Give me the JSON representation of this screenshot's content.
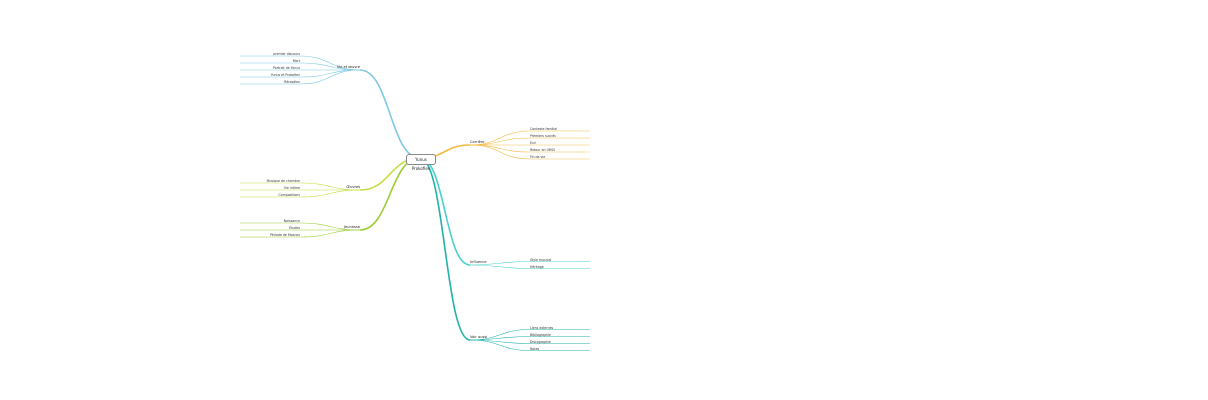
{
  "root": "Yunus Prokofiev",
  "branches": [
    {
      "label": "Vie et œuvre",
      "color": "#7ec8e3",
      "children": [
        "premier discours",
        "Mort",
        "Portrait de Yunus",
        "Yunus et Prokofiev",
        "Réception"
      ]
    },
    {
      "label": "Œuvres",
      "color": "#c5dd3c",
      "children": [
        "Musique de chambre",
        "Vie intime",
        "Compositions"
      ]
    },
    {
      "label": "Jeunesse",
      "color": "#9acd32",
      "children": [
        "Naissance",
        "Études",
        "Période de Moscou"
      ]
    },
    {
      "label": "Carrière",
      "color": "#f4b942",
      "children": [
        "Contexte familial",
        "Premiers succès",
        "Exil",
        "Retour en URSS",
        "Fin de vie"
      ]
    },
    {
      "label": "Influence",
      "color": "#48d1cc",
      "children": [
        "Style musical",
        "Héritage"
      ]
    },
    {
      "label": "Voir aussi",
      "color": "#20b2aa",
      "children": [
        "Liens externes",
        "Bibliographie",
        "Discographie",
        "Notes"
      ]
    }
  ]
}
